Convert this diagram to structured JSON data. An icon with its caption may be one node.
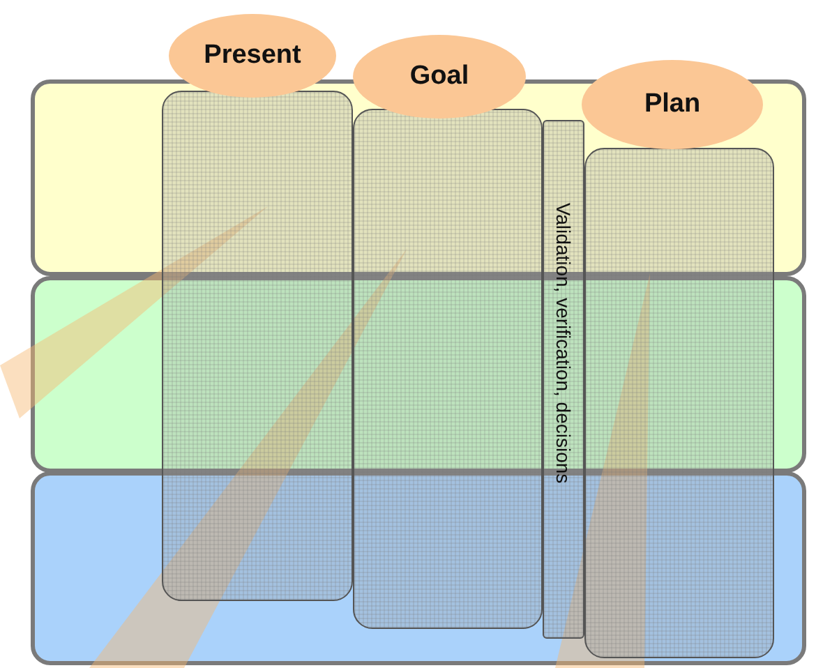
{
  "diagram": {
    "nodes": [
      {
        "text": [
          "Present"
        ]
      },
      {
        "text": [
          "Goal"
        ]
      },
      {
        "text": [
          "Plan"
        ]
      },
      {
        "text": [],
        "shape": "box"
      },
      {
        "text": [],
        "shape": "box"
      },
      {
        "text": [],
        "shape": "box"
      },
      {
        "text": [],
        "shape": "box"
      },
      {
        "text": [],
        "shape": "box"
      },
      {
        "text": [
          "Validation, verification, decisions"
        ]
      },
      {
        "text": [],
        "shape": "box"
      }
    ]
  }
}
